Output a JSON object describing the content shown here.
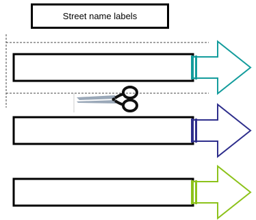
{
  "title": "Street name labels",
  "icons": {
    "cut_guide": "scissors-icon"
  },
  "colors": {
    "outline": "#000000",
    "cut_line": "#444444",
    "scissors_handle": "#111111",
    "scissors_blade": "#9aa8b8",
    "arrow_teal": "#139c9c",
    "arrow_navy": "#2e2e8c",
    "arrow_lime": "#8cc21a"
  },
  "labels": [
    {
      "name": "street-label-teal",
      "color_key": "arrow_teal"
    },
    {
      "name": "street-label-navy",
      "color_key": "arrow_navy"
    },
    {
      "name": "street-label-lime",
      "color_key": "arrow_lime"
    }
  ]
}
